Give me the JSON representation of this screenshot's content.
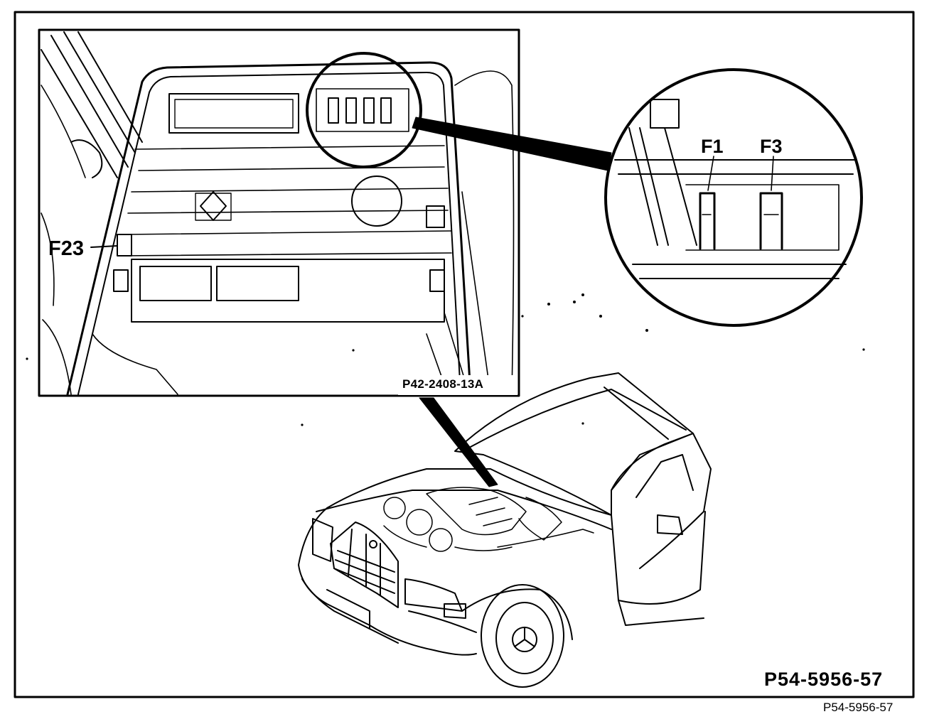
{
  "labels": {
    "fuse_f23": "F23",
    "fuse_f1": "F1",
    "fuse_f3": "F3",
    "inset_figure_code": "P42-2408-13A",
    "figure_code": "P54-5956-57",
    "caption_code": "P54-5956-57"
  }
}
